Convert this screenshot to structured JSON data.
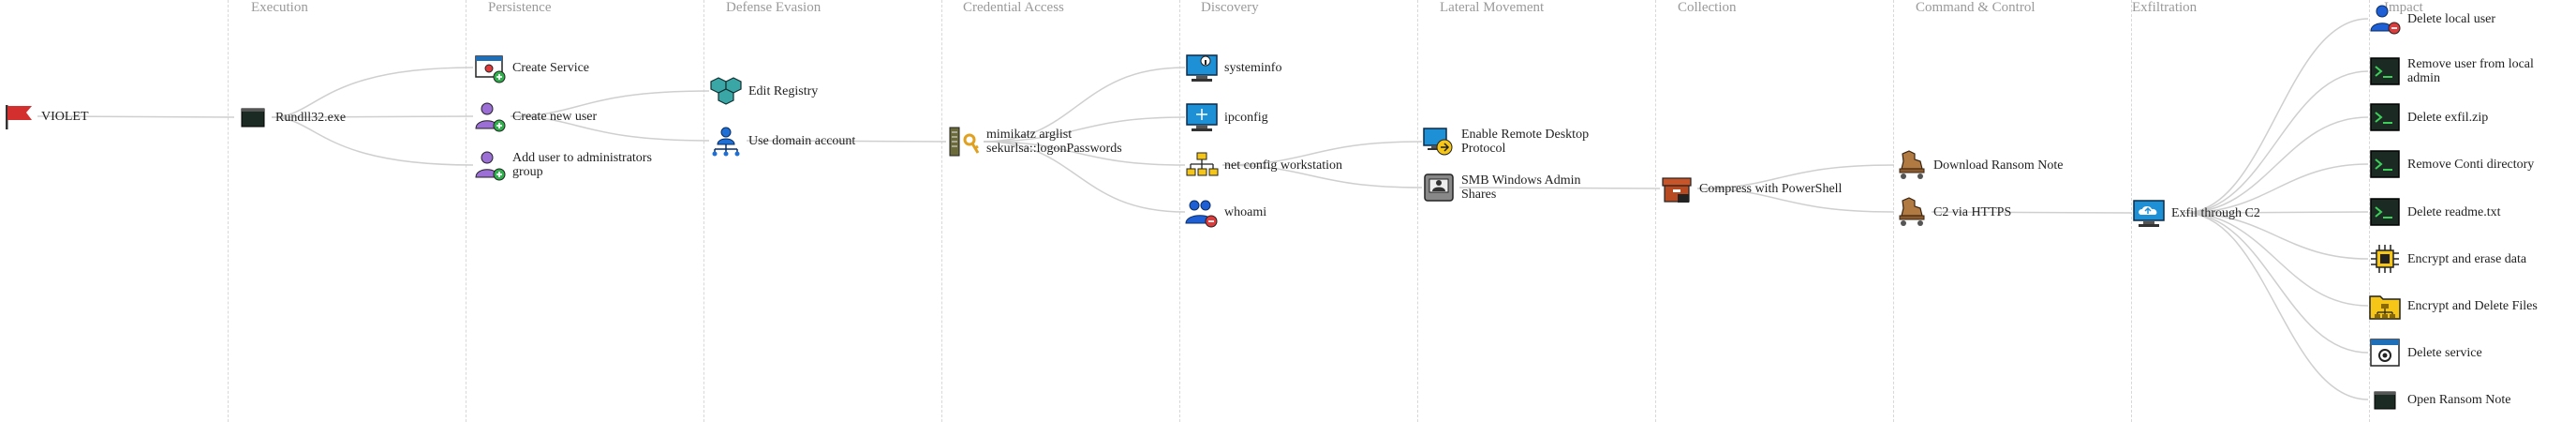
{
  "columns": [
    "Execution",
    "Persistence",
    "Defense Evasion",
    "Credential Access",
    "Discovery",
    "Lateral Movement",
    "Collection",
    "Command & Control",
    "Exfiltration",
    "Impact"
  ],
  "nodes": {
    "violet": "VIOLET",
    "rundll": "Rundll32.exe",
    "create_service": "Create Service",
    "create_user": "Create new user",
    "add_admin": "Add user to administrators group",
    "edit_registry": "Edit Registry",
    "domain_account": "Use domain account",
    "mimikatz": "mimikatz arglist sekurlsa::logonPasswords",
    "systeminfo": "systeminfo",
    "ipconfig": "ipconfig",
    "net_config": "net config workstation",
    "whoami": "whoami",
    "rdp": "Enable Remote Desktop Protocol",
    "smb": "SMB Windows Admin Shares",
    "compress": "Compress with PowerShell",
    "ransom_dl": "Download Ransom Note",
    "c2_https": "C2 via HTTPS",
    "exfil_c2": "Exfil through C2",
    "del_local_user": "Delete local user",
    "remove_user_admin": "Remove user from local admin",
    "del_exfil_zip": "Delete exfil.zip",
    "remove_conti": "Remove Conti directory",
    "del_readme": "Delete readme.txt",
    "encrypt_erase": "Encrypt and erase data",
    "encrypt_delete": "Encrypt and Delete Files",
    "del_service": "Delete service",
    "open_ransom": "Open Ransom Note"
  },
  "icons": {
    "violet": "red-flag-icon",
    "rundll": "terminal-icon",
    "create_service": "service-window-icon",
    "create_user": "user-add-icon",
    "add_admin": "user-add-icon",
    "edit_registry": "registry-cubes-icon",
    "domain_account": "domain-network-icon",
    "mimikatz": "server-key-icon",
    "systeminfo": "monitor-info-icon",
    "ipconfig": "monitor-network-icon",
    "net_config": "network-topology-icon",
    "whoami": "user-group-icon",
    "rdp": "remote-desktop-icon",
    "smb": "network-share-icon",
    "compress": "archive-box-icon",
    "ransom_dl": "trojan-horse-icon",
    "c2_https": "trojan-horse-icon",
    "exfil_c2": "cloud-upload-monitor-icon",
    "del_local_user": "user-remove-icon",
    "remove_user_admin": "terminal-icon",
    "del_exfil_zip": "terminal-icon",
    "remove_conti": "terminal-icon",
    "del_readme": "terminal-icon",
    "encrypt_erase": "chip-icon",
    "encrypt_delete": "encrypted-folder-icon",
    "del_service": "service-window-icon",
    "open_ransom": "terminal-icon"
  },
  "colors": {
    "flag": "#d32f2f",
    "terminal_bg": "#1b2b24",
    "terminal_green": "#3ecf5a",
    "user_purple": "#9b6fd6",
    "add_green": "#2fb24c",
    "remove_red": "#e03a3a",
    "monitor_blue": "#1e90d6",
    "edge": "#cfcfcf",
    "header": "#9a9a9a",
    "divider": "#d8d8d8"
  }
}
